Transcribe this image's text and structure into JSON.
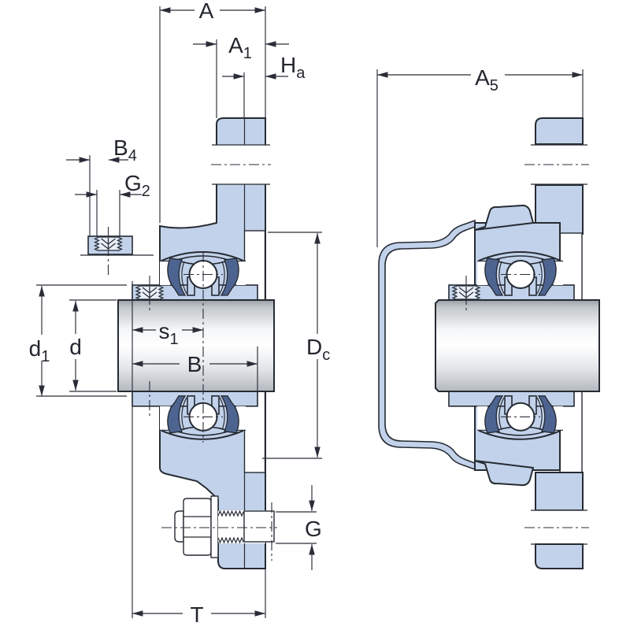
{
  "drawing": {
    "type": "engineering-sectional-drawing",
    "subject": "flanged-ball-bearing-unit-two-sectional-views",
    "background": "#ffffff",
    "palette": {
      "part_fill": "#c2d2ea",
      "outline": "#262b33",
      "seal_fill": "#4e6490",
      "dimension_line": "#2a2d38",
      "shaft_light": "#ffffff",
      "shaft_dark": "#9aa0a6"
    },
    "labels": {
      "A": {
        "main": "A",
        "sub": ""
      },
      "A1": {
        "main": "A",
        "sub": "1"
      },
      "Ha": {
        "main": "H",
        "sub": "a"
      },
      "A5": {
        "main": "A",
        "sub": "5"
      },
      "B4": {
        "main": "B",
        "sub": "4"
      },
      "G2": {
        "main": "G",
        "sub": "2"
      },
      "d1": {
        "main": "d",
        "sub": "1"
      },
      "d": {
        "main": "d",
        "sub": ""
      },
      "s1": {
        "main": "s",
        "sub": "1"
      },
      "B": {
        "main": "B",
        "sub": ""
      },
      "Dc": {
        "main": "D",
        "sub": "c"
      },
      "G": {
        "main": "G",
        "sub": ""
      },
      "T": {
        "main": "T",
        "sub": ""
      }
    }
  }
}
